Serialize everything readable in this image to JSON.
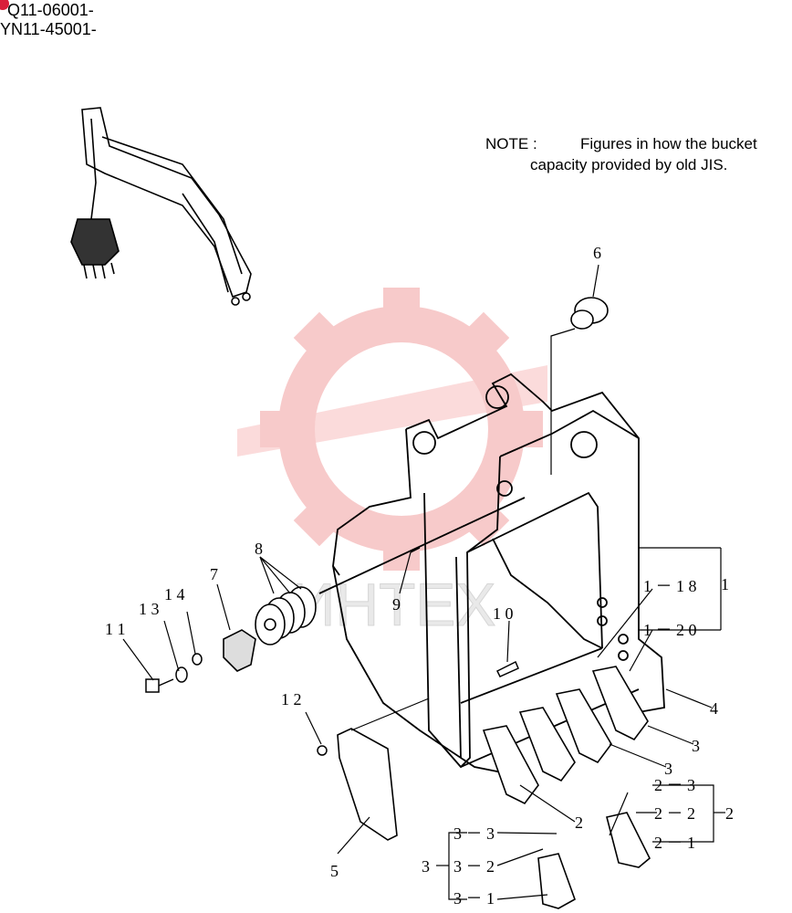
{
  "header": {
    "serial_1": "Q11-06001-",
    "serial_2": "YN11-45001-"
  },
  "note": {
    "label": "NOTE :",
    "line1": "Figures in  how the bucket",
    "line2": "capacity provided by old JIS."
  },
  "watermark": {
    "text": "ИНТЕХ",
    "color": "#f2b7b7"
  },
  "callouts": {
    "c1": "1",
    "c1_18": "1 － 1 8",
    "c1_20": "1 － 2 0",
    "c2": "2",
    "c2_1": "2 － 1",
    "c2_2": "2 － 2",
    "c2_3": "2 － 3",
    "c3": "3",
    "c3_1": "3 － 1",
    "c3_2": "3 － 2",
    "c3_3": "3 － 3",
    "c4": "4",
    "c5": "5",
    "c6": "6",
    "c7": "7",
    "c8": "8",
    "c9": "9",
    "c10": "1 0",
    "c11": "1 1",
    "c12": "1 2",
    "c13": "1 3",
    "c14": "1 4"
  }
}
